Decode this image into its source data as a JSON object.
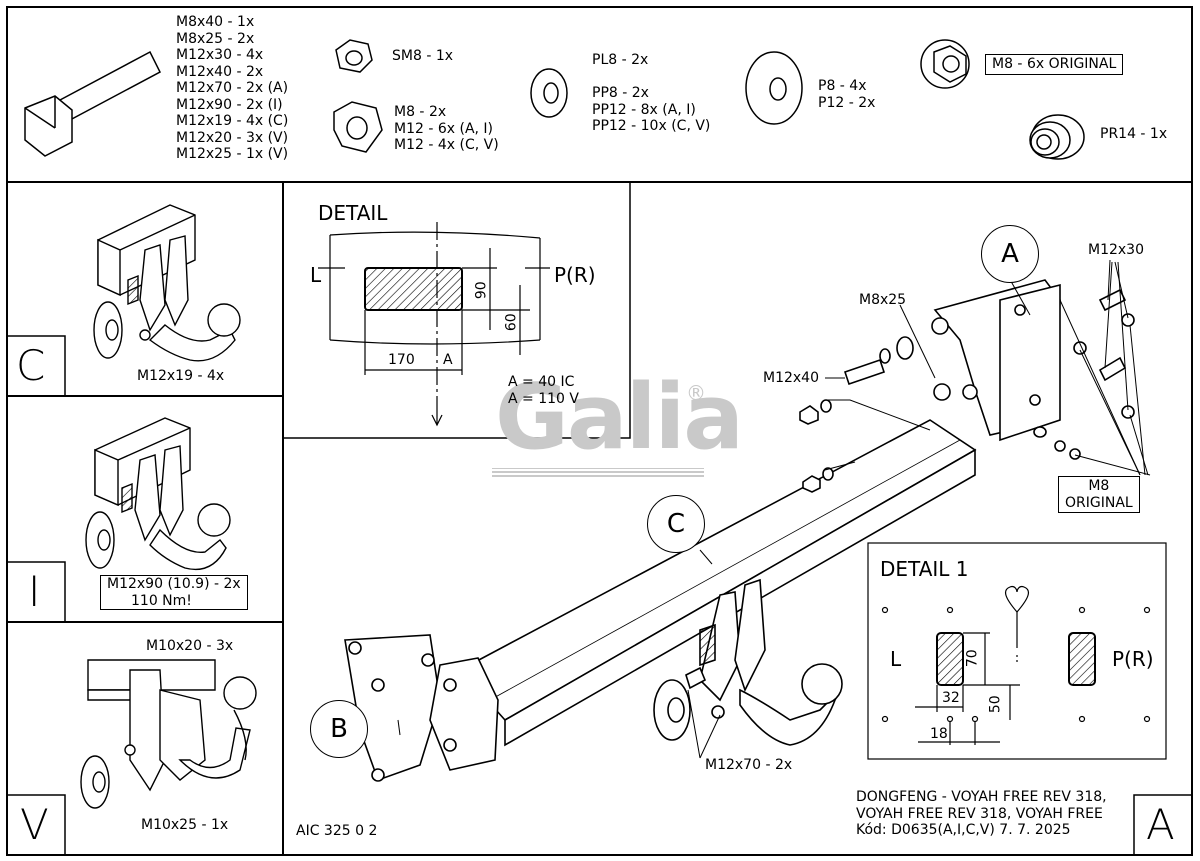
{
  "parts": {
    "bolts": [
      "M8x40 - 1x",
      "M8x25 - 2x",
      "M12x30 - 4x",
      "M12x40 - 2x",
      "M12x70 - 2x (A)",
      "M12x90 - 2x (I)",
      "M12x19 - 4x (C)",
      "M12x20 - 3x (V)",
      "M12x25 - 1x (V)"
    ],
    "self_nut": "SM8 - 1x",
    "nuts": [
      "M8 - 2x",
      "M12 - 6x (A, I)",
      "M12 - 4x (C, V)"
    ],
    "washers": [
      "PL8 - 2x",
      "",
      "PP8 - 2x",
      "PP12 - 8x (A, I)",
      "PP12 - 10x (C, V)"
    ],
    "large_washers": [
      "P8 - 4x",
      "P12 - 2x"
    ],
    "original_nut": "M8 - 6x ORIGINAL",
    "spring": "PR14 - 1x"
  },
  "variants": {
    "c": {
      "letter": "C",
      "note": "M12x19 - 4x"
    },
    "i": {
      "letter": "I",
      "note1": "M12x90 (10.9) - 2x",
      "note2": "110 Nm!"
    },
    "v": {
      "letter": "V",
      "note1": "M10x20 - 3x",
      "note2": "M10x25 - 1x"
    }
  },
  "detail": {
    "title": "DETAIL",
    "left": "L",
    "right": "P(R)",
    "dim_90": "90",
    "dim_60": "60",
    "dim_170": "170",
    "dim_a": "A",
    "note1": "A = 40 IC",
    "note2": "A = 110 V"
  },
  "main": {
    "label_a": "A",
    "label_b": "B",
    "label_c": "C",
    "m12x30": "M12x30",
    "m8x25": "M8x25",
    "m12x40": "M12x40",
    "m8_original_1": "M8",
    "m8_original_2": "ORIGINAL",
    "m12x70": "M12x70 - 2x",
    "code": "AIC 325 0 2",
    "logo": "Galia",
    "logo_mark": "®"
  },
  "detail1": {
    "title": "DETAIL 1",
    "left": "L",
    "right": "P(R)",
    "dim_70": "70",
    "dim_32": "32",
    "dim_50": "50",
    "dim_18": "18"
  },
  "footer": {
    "line1": "DONGFENG - VOYAH FREE REV 318,",
    "line2": "VOYAH FREE REV 318, VOYAH FREE",
    "line3": "Kód: D0635(A,I,C,V)  7. 7. 2025",
    "variant": "A"
  }
}
